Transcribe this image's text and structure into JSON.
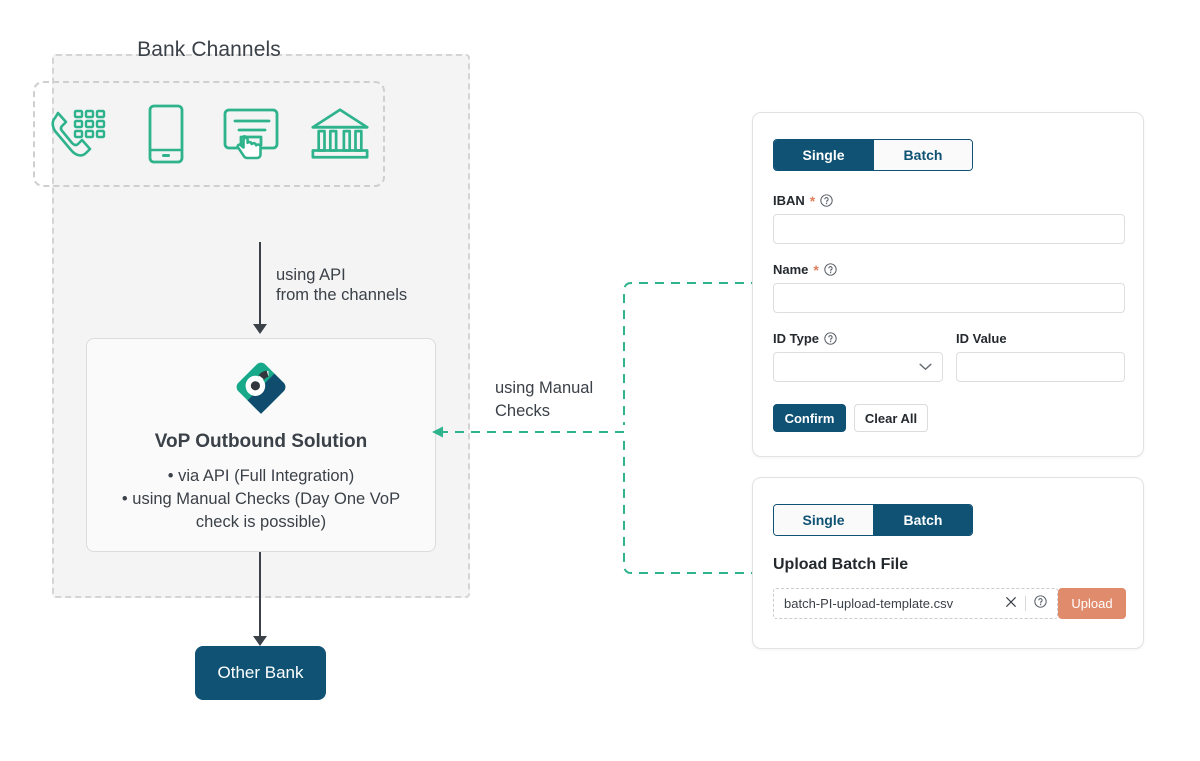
{
  "colors": {
    "navy": "#0f5274",
    "teal": "#2fb38c",
    "salmon": "#e08b6b",
    "text_dark": "#3b4148",
    "panel_bg": "#f4f4f4"
  },
  "diagram": {
    "group_title": "Bank Channels",
    "channels": [
      {
        "icon": "phone-keypad-icon",
        "name": "telephone-banking-channel"
      },
      {
        "icon": "mobile-phone-icon",
        "name": "mobile-banking-channel"
      },
      {
        "icon": "online-form-click-icon",
        "name": "online-banking-channel"
      },
      {
        "icon": "bank-building-icon",
        "name": "branch-banking-channel"
      }
    ],
    "arrow_api_label_line1": "using API",
    "arrow_api_label_line2": "from the channels",
    "vop": {
      "logo_name": "vop-diamond-logo",
      "title": "VoP Outbound Solution",
      "bullets": [
        "via API (Full Integration)",
        "using Manual Checks (Day One VoP check is possible)"
      ],
      "bullet_lines": [
        "•  via API (Full Integration)",
        "•  using Manual Checks (Day One VoP",
        "check is possible)"
      ]
    },
    "manual_label_line1": "using Manual",
    "manual_label_line2": "Checks",
    "other_bank": "Other Bank"
  },
  "single_card": {
    "tabs": [
      {
        "label": "Single",
        "active": true
      },
      {
        "label": "Batch",
        "active": false
      }
    ],
    "fields": {
      "iban": {
        "label": "IBAN",
        "required": true,
        "has_help": true,
        "value": "",
        "placeholder": ""
      },
      "name": {
        "label": "Name",
        "required": true,
        "has_help": true,
        "value": "",
        "placeholder": ""
      },
      "id_type": {
        "label": "ID Type",
        "required": false,
        "has_help": true,
        "value": "",
        "placeholder": "",
        "options": []
      },
      "id_value": {
        "label": "ID Value",
        "required": false,
        "has_help": false,
        "value": "",
        "placeholder": ""
      }
    },
    "confirm_label": "Confirm",
    "clear_label": "Clear All"
  },
  "batch_card": {
    "tabs": [
      {
        "label": "Single",
        "active": false
      },
      {
        "label": "Batch",
        "active": true
      }
    ],
    "section_title": "Upload Batch File",
    "file_name": "batch-PI-upload-template.csv",
    "clear_icon": "close-x-icon",
    "help_icon": "question-mark-circle-icon",
    "upload_label": "Upload"
  }
}
